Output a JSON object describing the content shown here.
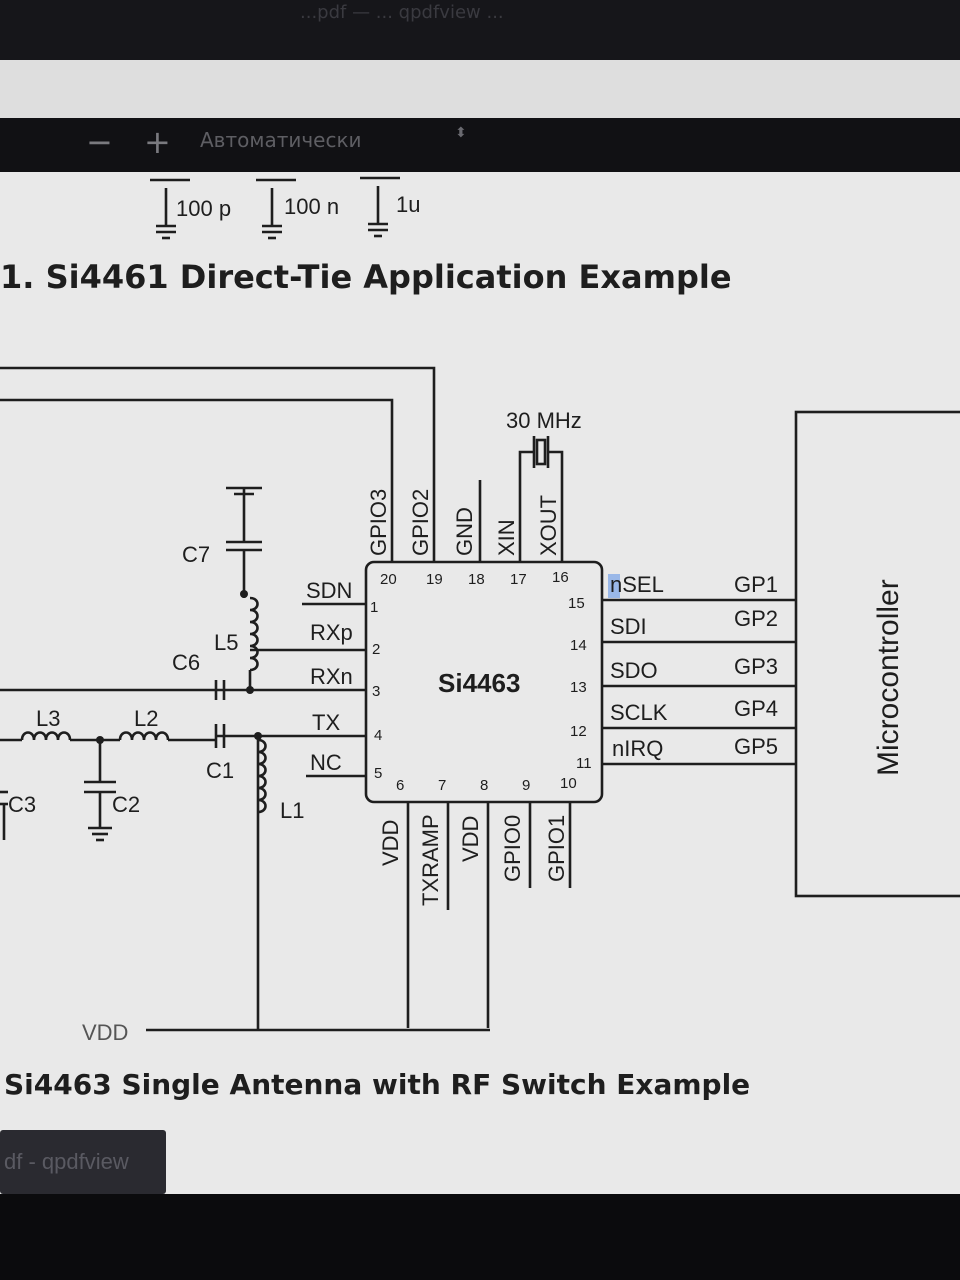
{
  "window": {
    "blurred_title": "...pdf — ... qpdfview ..."
  },
  "toolbar": {
    "zoom_out": "−",
    "zoom_in": "+",
    "zoom_mode": "Автоматически",
    "zoom_arrows": "⬍"
  },
  "page": {
    "top_caps": [
      "100 p",
      "100 n",
      "1u"
    ],
    "heading1": "1. Si4461 Direct-Tie Application Example",
    "heading2": "Si4463 Single Antenna with RF Switch Example",
    "crystal": "30 MHz",
    "chip": "Si4463",
    "mcu": "Microcontroller",
    "vdd_rail": "VDD",
    "left_pins": [
      {
        "name": "SDN",
        "num": "1"
      },
      {
        "name": "RXp",
        "num": "2"
      },
      {
        "name": "RXn",
        "num": "3"
      },
      {
        "name": "TX",
        "num": "4"
      },
      {
        "name": "NC",
        "num": "5"
      }
    ],
    "top_pins": [
      {
        "name": "GPIO3",
        "num": "20"
      },
      {
        "name": "GPIO2",
        "num": "19"
      },
      {
        "name": "GND",
        "num": "18"
      },
      {
        "name": "XIN",
        "num": "17"
      },
      {
        "name": "XOUT",
        "num": "16"
      }
    ],
    "right_pins": [
      {
        "name": "nSEL",
        "num": "15",
        "gp": "GP1"
      },
      {
        "name": "SDI",
        "num": "14",
        "gp": "GP2"
      },
      {
        "name": "SDO",
        "num": "13",
        "gp": "GP3"
      },
      {
        "name": "SCLK",
        "num": "12",
        "gp": "GP4"
      },
      {
        "name": "nIRQ",
        "num": "11",
        "gp": "GP5"
      }
    ],
    "bottom_pins": [
      {
        "name": "VDD",
        "num": "6"
      },
      {
        "name": "TXRAMP",
        "num": "7"
      },
      {
        "name": "VDD",
        "num": "8"
      },
      {
        "name": "GPIO0",
        "num": "9"
      },
      {
        "name": "GPIO1",
        "num": "10"
      }
    ],
    "components": {
      "C7": "C7",
      "L5": "L5",
      "C6": "C6",
      "L3": "L3",
      "L2": "L2",
      "C1": "C1",
      "L1": "L1",
      "C3": "C3",
      "C2": "C2"
    }
  },
  "taskbar": {
    "app": "df - qpdfview"
  },
  "colors": {
    "page_bg": "#e9e9e9",
    "ink": "#1e1e1e",
    "toolbar_bg": "#111114",
    "selection": "#9ab8e8"
  }
}
